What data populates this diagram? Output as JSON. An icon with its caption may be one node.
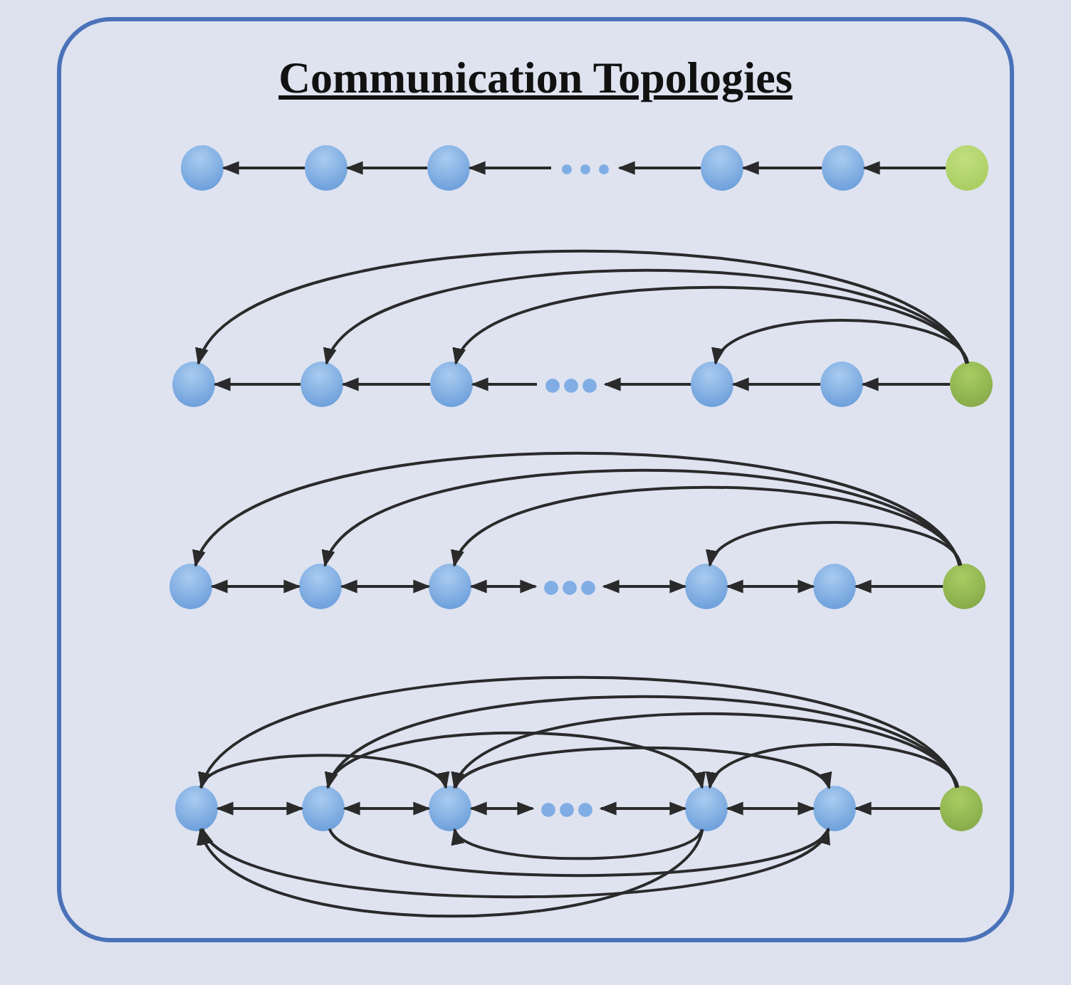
{
  "diagram": {
    "nodes": [
      {
        "text": [
          "Communication Topologies"
        ]
      },
      {
        "text": [],
        "shape": "circle",
        "in": 0
      },
      {
        "text": [],
        "shape": "circle",
        "in": 0
      },
      {
        "text": [],
        "shape": "circle",
        "in": 0
      },
      {
        "text": [],
        "shape": "dots",
        "in": 0
      },
      {
        "text": [],
        "shape": "circle",
        "in": 0
      },
      {
        "text": [],
        "shape": "circle",
        "in": 0
      },
      {
        "text": [],
        "shape": "circle",
        "in": 0
      },
      {
        "text": [],
        "shape": "circle",
        "in": 0
      },
      {
        "text": [],
        "shape": "circle",
        "in": 0
      },
      {
        "text": [],
        "shape": "circle",
        "in": 0
      },
      {
        "text": [],
        "shape": "dots",
        "in": 0
      },
      {
        "text": [],
        "shape": "circle",
        "in": 0
      },
      {
        "text": [],
        "shape": "circle",
        "in": 0
      },
      {
        "text": [],
        "shape": "circle",
        "in": 0
      },
      {
        "text": [],
        "shape": "circle",
        "in": 0
      },
      {
        "text": [],
        "shape": "circle",
        "in": 0
      },
      {
        "text": [],
        "shape": "circle",
        "in": 0
      },
      {
        "text": [],
        "shape": "dots",
        "in": 0
      },
      {
        "text": [],
        "shape": "circle",
        "in": 0
      },
      {
        "text": [],
        "shape": "circle",
        "in": 0
      },
      {
        "text": [],
        "shape": "circle",
        "in": 0
      },
      {
        "text": [],
        "shape": "circle",
        "in": 0
      },
      {
        "text": [],
        "shape": "circle",
        "in": 0
      },
      {
        "text": [],
        "shape": "circle",
        "in": 0
      },
      {
        "text": [],
        "shape": "dots",
        "in": 0
      },
      {
        "text": [],
        "shape": "circle",
        "in": 0
      },
      {
        "text": [],
        "shape": "circle",
        "in": 0
      },
      {
        "text": [],
        "shape": "circle",
        "in": 0
      }
    ],
    "edges": [
      {
        "from": 7,
        "to": 6,
        "arrow": "to"
      },
      {
        "from": 6,
        "to": 5,
        "arrow": "to"
      },
      {
        "from": 5,
        "to": 4,
        "arrow": "to"
      },
      {
        "from": 4,
        "to": 3,
        "arrow": "to"
      },
      {
        "from": 3,
        "to": 2,
        "arrow": "to"
      },
      {
        "from": 2,
        "to": 1,
        "arrow": "to"
      },
      {
        "from": 14,
        "to": 13,
        "arrow": "to"
      },
      {
        "from": 13,
        "to": 12,
        "arrow": "to"
      },
      {
        "from": 12,
        "to": 11,
        "arrow": "to"
      },
      {
        "from": 11,
        "to": 10,
        "arrow": "to"
      },
      {
        "from": 10,
        "to": 9,
        "arrow": "to"
      },
      {
        "from": 9,
        "to": 8,
        "arrow": "to"
      },
      {
        "from": 14,
        "to": 8,
        "arrow": "to"
      },
      {
        "from": 14,
        "to": 9,
        "arrow": "to"
      },
      {
        "from": 14,
        "to": 10,
        "arrow": "to"
      },
      {
        "from": 14,
        "to": 12,
        "arrow": "to"
      },
      {
        "from": 21,
        "to": 20,
        "arrow": "to"
      },
      {
        "from": 20,
        "to": 19,
        "arrow": "both"
      },
      {
        "from": 19,
        "to": 18,
        "arrow": "both"
      },
      {
        "from": 18,
        "to": 17,
        "arrow": "both"
      },
      {
        "from": 17,
        "to": 16,
        "arrow": "both"
      },
      {
        "from": 16,
        "to": 15,
        "arrow": "both"
      },
      {
        "from": 21,
        "to": 15,
        "arrow": "to"
      },
      {
        "from": 21,
        "to": 16,
        "arrow": "to"
      },
      {
        "from": 21,
        "to": 17,
        "arrow": "to"
      },
      {
        "from": 21,
        "to": 19,
        "arrow": "to"
      },
      {
        "from": 28,
        "to": 27,
        "arrow": "to"
      },
      {
        "from": 27,
        "to": 26,
        "arrow": "both"
      },
      {
        "from": 26,
        "to": 25,
        "arrow": "both"
      },
      {
        "from": 25,
        "to": 24,
        "arrow": "both"
      },
      {
        "from": 24,
        "to": 23,
        "arrow": "both"
      },
      {
        "from": 23,
        "to": 22,
        "arrow": "both"
      },
      {
        "from": 28,
        "to": 22,
        "arrow": "to"
      },
      {
        "from": 28,
        "to": 23,
        "arrow": "to"
      },
      {
        "from": 28,
        "to": 24,
        "arrow": "to"
      },
      {
        "from": 28,
        "to": 26,
        "arrow": "to"
      },
      {
        "from": 22,
        "to": 24,
        "arrow": "to"
      },
      {
        "from": 23,
        "to": 26,
        "arrow": "to"
      },
      {
        "from": 24,
        "to": 27,
        "arrow": "to"
      },
      {
        "from": 26,
        "to": 24,
        "arrow": "to"
      },
      {
        "from": 23,
        "to": 27,
        "arrow": "to"
      },
      {
        "from": 27,
        "to": 22,
        "arrow": "to"
      },
      {
        "from": 26,
        "to": 22,
        "arrow": "to"
      }
    ]
  }
}
